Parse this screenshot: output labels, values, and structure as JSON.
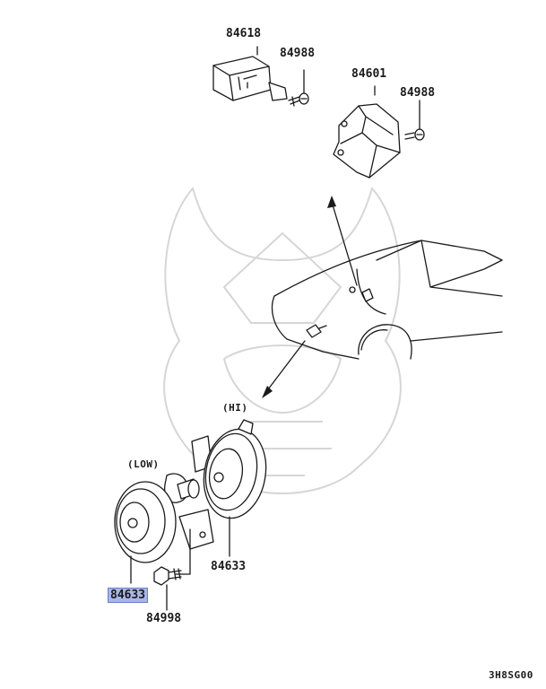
{
  "labels": {
    "relay_part": "84618",
    "relay_screw": "84988",
    "bracket_part": "84601",
    "bracket_screw": "84988",
    "hi_tag": "(HI)",
    "low_tag": "(LOW)",
    "horn_hi_part": "84633",
    "horn_low_part": "84633",
    "bolt_part": "84998",
    "diagram_code": "3H8SG00"
  },
  "highlight_color": "#a9b7e8"
}
